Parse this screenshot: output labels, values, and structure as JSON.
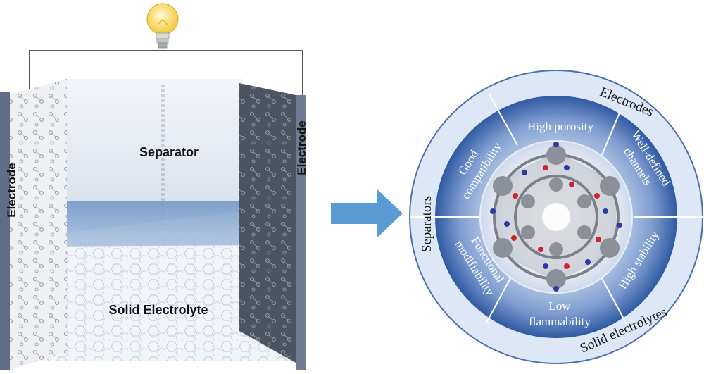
{
  "battery": {
    "electrode_left_label": "Electrode",
    "electrode_right_label": "Electrode",
    "separator_label": "Separator",
    "electrolyte_label": "Solid Electrolyte"
  },
  "wheel": {
    "outer_labels": {
      "electrodes": "Electrodes",
      "separators": "Separators",
      "solid_electrolytes": "Solid electrolytes"
    },
    "properties": {
      "high_porosity": "High porosity",
      "well_defined_line1": "Well-defined",
      "well_defined_line2": "channels",
      "good_line1": "Good",
      "good_line2": "compatibility",
      "functional_line1": "Functional",
      "functional_line2": "modifiability",
      "low_line1": "Low",
      "low_line2": "flammability",
      "high_stability": "High stability"
    }
  },
  "colors": {
    "accent_blue": "#5b9bd5",
    "ring_outer": "#dbe6f4",
    "ring_middle": "#4a6fb0",
    "bulb": "#f4d35e"
  }
}
